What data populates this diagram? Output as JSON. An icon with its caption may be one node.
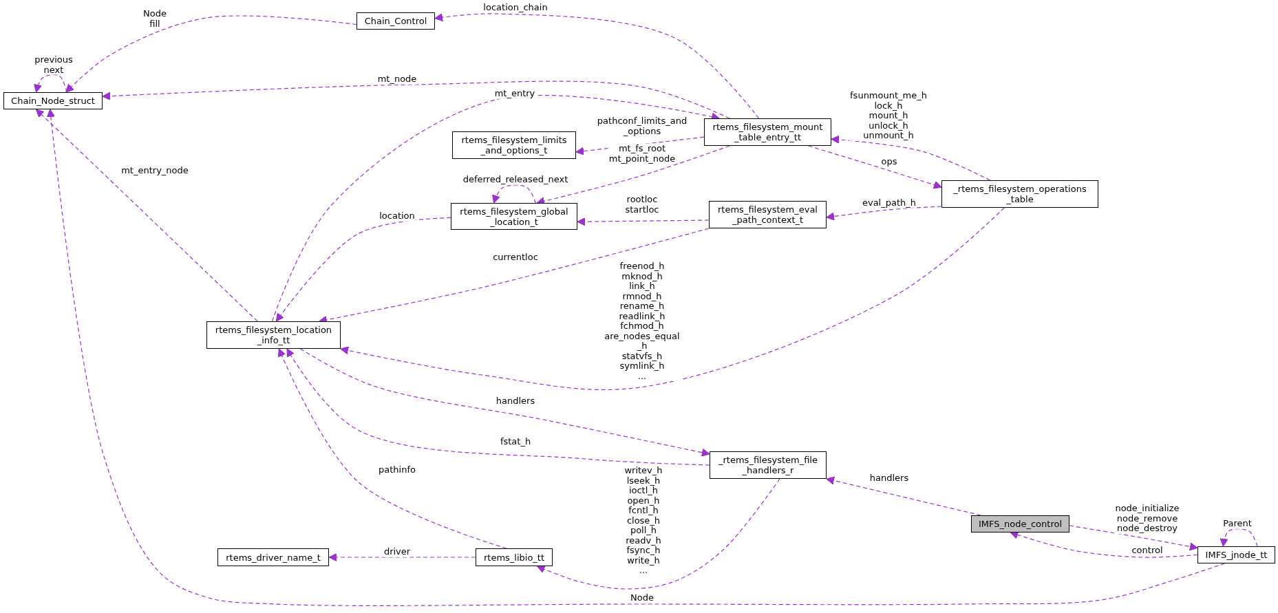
{
  "diagram": {
    "nodes": [
      {
        "text": [
          "Chain_Control"
        ]
      },
      {
        "text": [
          "Chain_Node_struct"
        ]
      },
      {
        "text": [
          "rtems_filesystem_mount _table_entry_tt"
        ]
      },
      {
        "text": [
          "rtems_filesystem_limits _and_options_t"
        ]
      },
      {
        "text": [
          "_rtems_filesystem_operations _table"
        ]
      },
      {
        "text": [
          "rtems_filesystem_global _location_t"
        ]
      },
      {
        "text": [
          "rtems_filesystem_eval _path_context_t"
        ]
      },
      {
        "text": [
          "rtems_filesystem_location _info_tt"
        ]
      },
      {
        "text": [
          "_rtems_filesystem_file _handlers_r"
        ]
      },
      {
        "text": [
          "IMFS_node_control"
        ]
      },
      {
        "text": [
          "IMFS_jnode_tt"
        ]
      },
      {
        "text": [
          "rtems_driver_name_t"
        ]
      },
      {
        "text": [
          "rtems_libio_tt"
        ]
      }
    ],
    "edges": [
      {
        "from": 1,
        "to": 1,
        "arrow": "to",
        "label": "previous next"
      },
      {
        "from": 0,
        "to": 1,
        "arrow": "to",
        "label": "Node fill"
      },
      {
        "from": 2,
        "to": 0,
        "arrow": "to",
        "label": "location_chain"
      },
      {
        "from": 2,
        "to": 1,
        "arrow": "to",
        "label": "mt_node"
      },
      {
        "from": 7,
        "to": 2,
        "arrow": "to",
        "label": "mt_entry"
      },
      {
        "from": 2,
        "to": 3,
        "arrow": "to",
        "label": "pathconf_limits_and _options"
      },
      {
        "from": 2,
        "to": 5,
        "arrow": "to",
        "label": "mt_fs_root mt_point_node"
      },
      {
        "from": 5,
        "to": 5,
        "arrow": "to",
        "label": "deferred_released_next"
      },
      {
        "from": 4,
        "to": 2,
        "arrow": "to",
        "label": "fsunmount_me_h lock_h mount_h unlock_h unmount_h"
      },
      {
        "from": 2,
        "to": 4,
        "arrow": "to",
        "label": "ops"
      },
      {
        "from": 4,
        "to": 6,
        "arrow": "to",
        "label": "eval_path_h"
      },
      {
        "from": 6,
        "to": 5,
        "arrow": "to",
        "label": "rootloc startloc"
      },
      {
        "from": 5,
        "to": 7,
        "arrow": "to",
        "label": "location"
      },
      {
        "from": 7,
        "to": 1,
        "arrow": "to",
        "label": "mt_entry_node"
      },
      {
        "from": 6,
        "to": 7,
        "arrow": "to",
        "label": "currentloc"
      },
      {
        "from": 4,
        "to": 7,
        "arrow": "to",
        "label": "freenod_h mknod_h link_h rmnod_h rename_h readlink_h fchmod_h are_nodes_equal _h statvfs_h symlink_h ..."
      },
      {
        "from": 7,
        "to": 8,
        "arrow": "to",
        "label": "handlers"
      },
      {
        "from": 8,
        "to": 7,
        "arrow": "to",
        "label": "fstat_h"
      },
      {
        "from": 12,
        "to": 7,
        "arrow": "to",
        "label": "pathinfo"
      },
      {
        "from": 8,
        "to": 12,
        "arrow": "to",
        "label": "writev_h lseek_h ioctl_h open_h fcntl_h close_h poll_h readv_h fsync_h write_h ..."
      },
      {
        "from": 12,
        "to": 11,
        "arrow": "to",
        "label": "driver"
      },
      {
        "from": 9,
        "to": 8,
        "arrow": "to",
        "label": "handlers"
      },
      {
        "from": 9,
        "to": 10,
        "arrow": "to",
        "label": "node_initialize node_remove node_destroy"
      },
      {
        "from": 10,
        "to": 9,
        "arrow": "to",
        "label": "control"
      },
      {
        "from": 10,
        "to": 10,
        "arrow": "to",
        "label": "Parent"
      },
      {
        "from": 10,
        "to": 1,
        "arrow": "to",
        "label": "Node"
      }
    ]
  }
}
